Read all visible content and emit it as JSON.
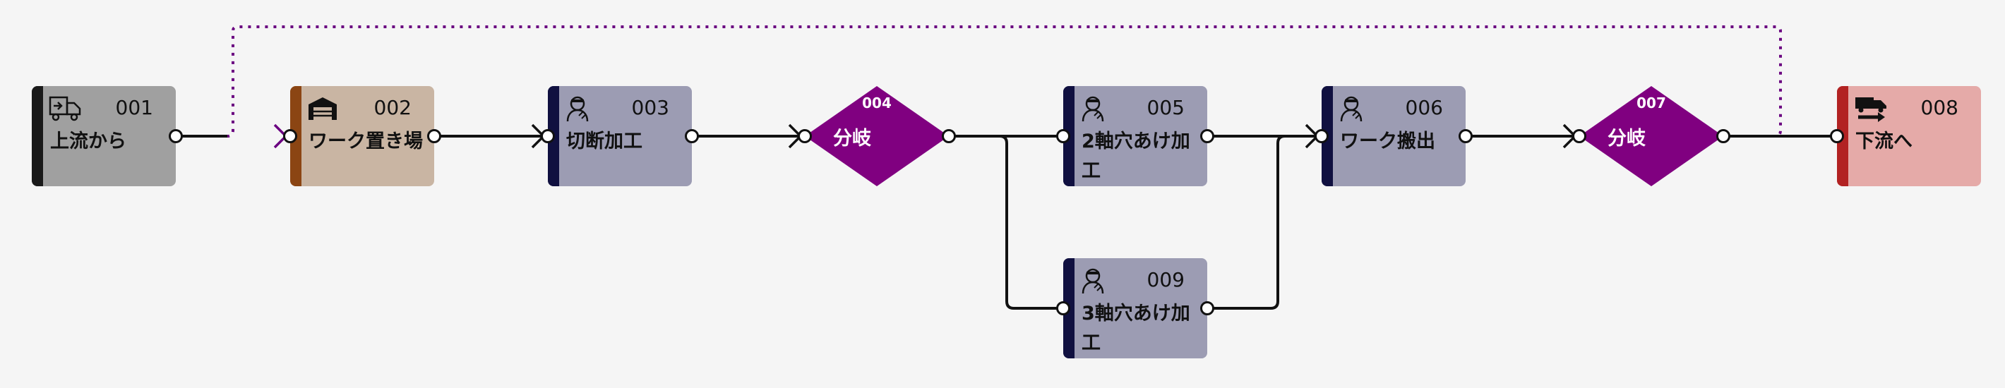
{
  "nodes": [
    {
      "id": "001",
      "label": "上流から",
      "icon": "truck-unload-icon",
      "fill": "#a0a0a0",
      "accent": "#1a1a1a"
    },
    {
      "id": "002",
      "label": "ワーク置き場",
      "icon": "warehouse-icon",
      "fill": "#c9b5a3",
      "accent": "#8b4513"
    },
    {
      "id": "003",
      "label": "切断加工",
      "icon": "worker-icon",
      "fill": "#9c9cb3",
      "accent": "#101040"
    },
    {
      "id": "005",
      "label": "2軸穴あけ加工",
      "icon": "worker-icon",
      "fill": "#9c9cb3",
      "accent": "#101040"
    },
    {
      "id": "006",
      "label": "ワーク搬出",
      "icon": "worker-icon",
      "fill": "#9c9cb3",
      "accent": "#101040"
    },
    {
      "id": "008",
      "label": "下流へ",
      "icon": "truck-ship-icon",
      "fill": "#e5aaa8",
      "accent": "#b22222"
    },
    {
      "id": "009",
      "label": "3軸穴あけ加工",
      "icon": "worker-icon",
      "fill": "#9c9cb3",
      "accent": "#101040"
    }
  ],
  "branches": [
    {
      "id": "004",
      "label": "分岐",
      "fill": "#800080"
    },
    {
      "id": "007",
      "label": "分岐",
      "fill": "#800080"
    }
  ],
  "colors": {
    "edge": "#111111",
    "feedback_edge": "#6a0080"
  }
}
